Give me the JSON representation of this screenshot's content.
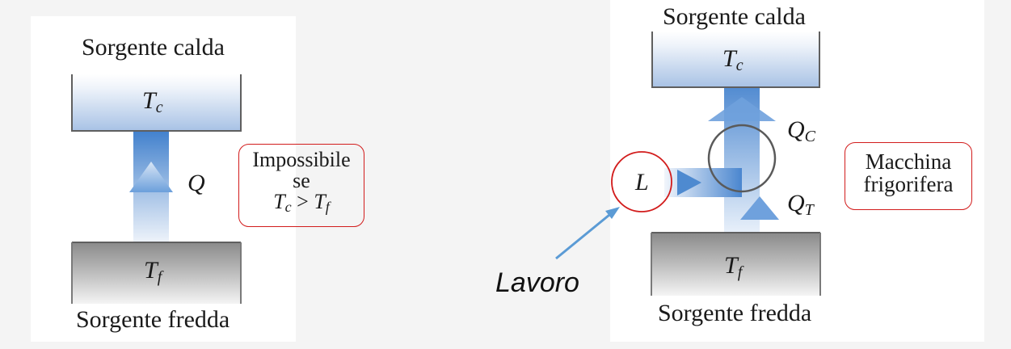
{
  "left_panel": {
    "hot_source_label": "Sorgente calda",
    "hot_temp": {
      "symbol": "T",
      "sub": "c"
    },
    "heat": {
      "symbol": "Q"
    },
    "cold_temp": {
      "symbol": "T",
      "sub": "f"
    },
    "cold_source_label": "Sorgente fredda",
    "note": {
      "line1": "Impossibile",
      "line2": "se",
      "math": {
        "a": "T",
        "a_sub": "c",
        "op": ">",
        "b": "T",
        "b_sub": "f"
      }
    }
  },
  "right_panel": {
    "hot_source_label": "Sorgente calda",
    "hot_temp": {
      "symbol": "T",
      "sub": "c"
    },
    "heat_out": {
      "symbol": "Q",
      "sub": "C"
    },
    "heat_in": {
      "symbol": "Q",
      "sub": "T"
    },
    "work": {
      "symbol": "L"
    },
    "cold_temp": {
      "symbol": "T",
      "sub": "f"
    },
    "cold_source_label": "Sorgente fredda",
    "note": {
      "line1": "Macchina",
      "line2": "frigorifera"
    }
  },
  "annotation": {
    "text": "Lavoro"
  },
  "colors": {
    "background": "#f4f4f4",
    "card": "#ffffff",
    "hot_reservoir": "#a9c4e6",
    "cold_reservoir": "#8f8f8f",
    "heat_flow": "#3f7fcc",
    "annotation_outline": "#d21c1c",
    "annotation_arrow": "#5b9bd5"
  }
}
